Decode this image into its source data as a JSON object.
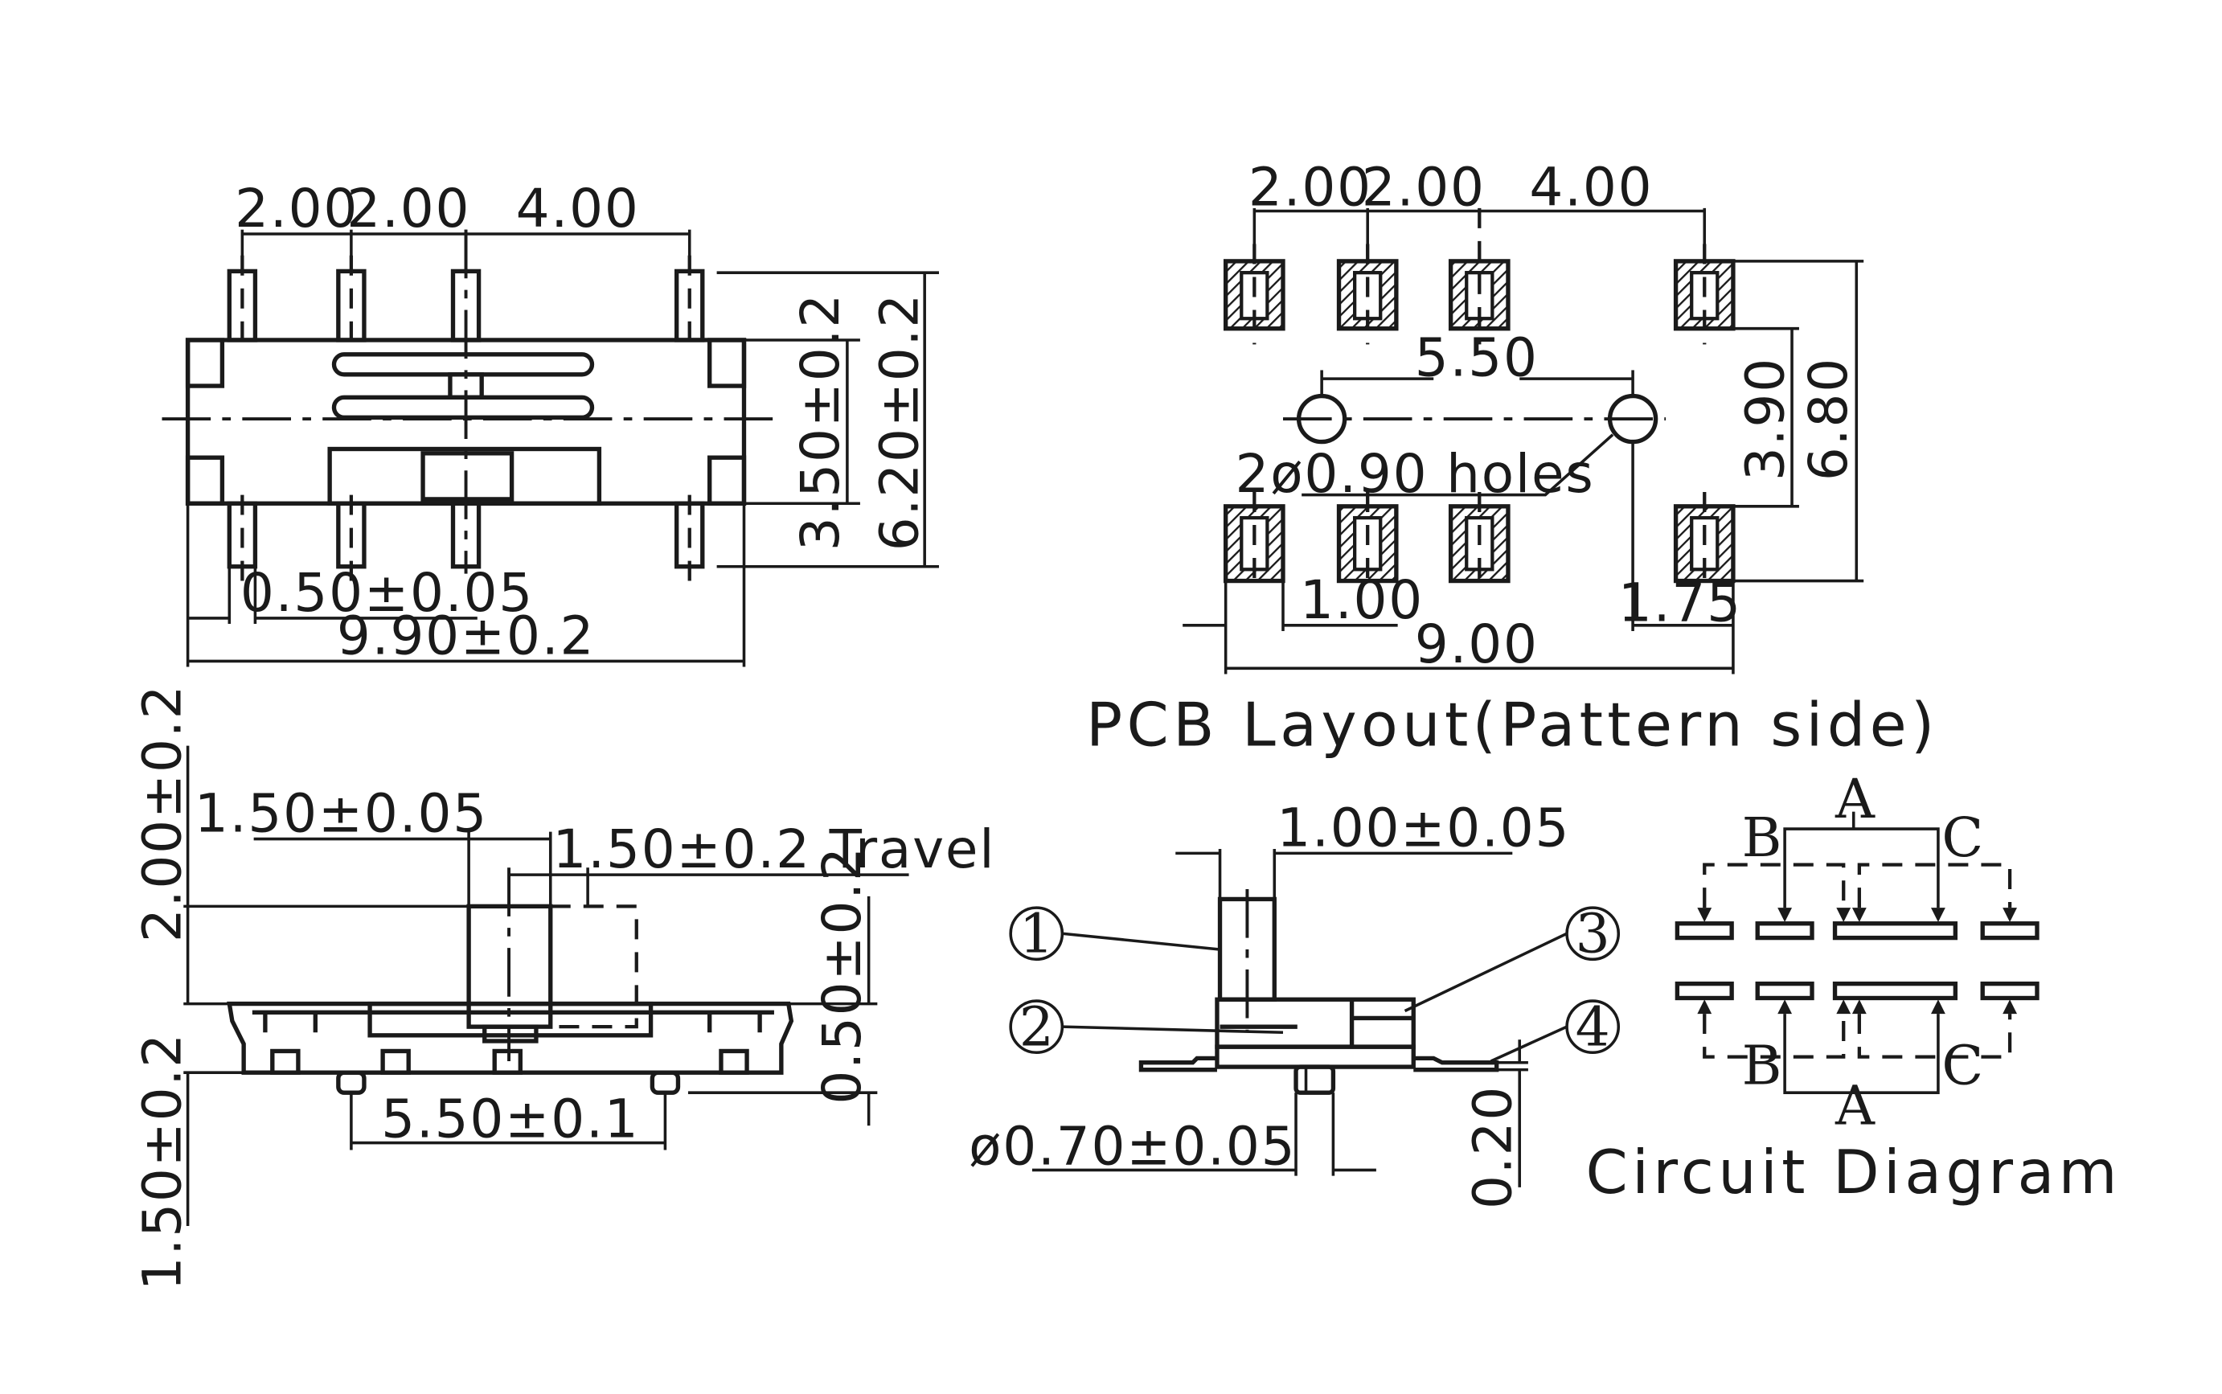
{
  "top_view": {
    "pitch_dims": [
      "2.00",
      "2.00",
      "4.00"
    ],
    "body_width": "3.50±0.2",
    "overall_height": "6.20±0.2",
    "terminal_width": "0.50±0.05",
    "overall_length": "9.90±0.2"
  },
  "pcb_layout": {
    "pitch_dims": [
      "2.00",
      "2.00",
      "4.00"
    ],
    "hole_spacing": "5.50",
    "holes_label": "2ø0.90  holes",
    "pad_row_spacing": "3.90",
    "pad_outer_spacing": "6.80",
    "pad_width": "1.00",
    "hole_offset": "1.75",
    "overall_length": "9.00",
    "caption": "PCB  Layout(Pattern  side)"
  },
  "side_view": {
    "actuator_height": "2.00±0.2",
    "actuator_width": "1.50±0.05",
    "travel": "1.50±0.2  Travel",
    "body_height": "1.50±0.2",
    "standoff": "0.50±0.2",
    "peg_spacing": "5.50±0.1"
  },
  "end_view": {
    "actuator_width": "1.00±0.05",
    "peg_diameter": "ø0.70±0.05",
    "terminal_thickness": "0.20",
    "callouts": [
      "1",
      "2",
      "3",
      "4"
    ]
  },
  "circuit_diagram": {
    "labels": {
      "a_top": "A",
      "b_top": "B",
      "c_top": "C",
      "b_bottom": "B",
      "c_bottom": "C",
      "a_bottom": "A"
    },
    "caption": "Circuit  Diagram"
  }
}
